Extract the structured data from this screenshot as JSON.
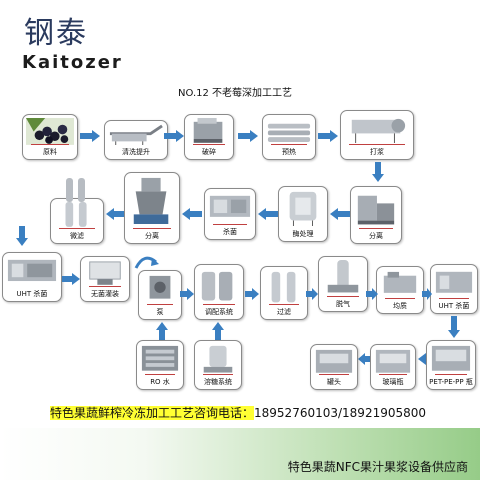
{
  "brand": {
    "cn": "钢泰",
    "en": "Kaitozer"
  },
  "title": "NO.12 不老莓深加工工艺",
  "steps": {
    "raw": "原料",
    "wash": "清洗提升",
    "crush": "破碎",
    "preheat": "预热",
    "pulp": "打浆",
    "sep1": "分离",
    "enzyme": "酶处理",
    "steril1": "杀菌",
    "sep2": "分离",
    "microfilter": "微滤",
    "uht1": "UHT 杀菌",
    "aseptic": "无菌灌装",
    "pump": "泵",
    "blend": "调配系统",
    "filter": "过滤",
    "degas": "脱气",
    "homog": "均质",
    "uht2": "UHT 杀菌",
    "can": "罐头",
    "glass": "玻璃瓶",
    "pet": "PET-PE-PP 瓶",
    "ro": "RO 水",
    "sugar": "溶糖系统"
  },
  "footer": {
    "consult_label": "特色果蔬鲜榨冷冻加工工艺咨询电话：",
    "phones": "18952760103/18921905800",
    "supplier": "特色果蔬NFC果汁果浆设备供应商"
  },
  "colors": {
    "arrow": "#3a7fc1",
    "brand": "#2a3a5e",
    "highlight": "#ffff33",
    "label_line": "#c04040"
  }
}
